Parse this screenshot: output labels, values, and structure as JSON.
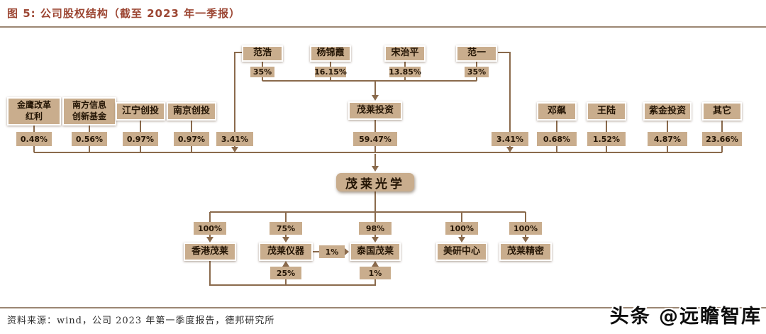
{
  "title": "图 5: 公司股权结构（截至 2023 年一季报）",
  "source": "资料来源：wind，公司 2023 年第一季度报告，德邦研究所",
  "watermark": "头条 @远瞻智库",
  "colors": {
    "title_accent": "#9c4633",
    "box_fill": "#c9ad8d",
    "line": "#8a6a4c"
  },
  "top_row": [
    {
      "name": "范浩",
      "pct": "35%"
    },
    {
      "name": "杨锦霞",
      "pct": "16.15%"
    },
    {
      "name": "宋治平",
      "pct": "13.85%"
    },
    {
      "name": "范一",
      "pct": "35%"
    }
  ],
  "direct_stakes": {
    "fan_hao_pct": "3.41%",
    "fan_yi_pct": "3.41%"
  },
  "holding": {
    "name": "茂莱投资",
    "pct": "59.47%"
  },
  "left_row": [
    {
      "name": "金鹰改革\n红利",
      "pct": "0.48%"
    },
    {
      "name": "南方信息\n创新基金",
      "pct": "0.56%"
    },
    {
      "name": "江宁创投",
      "pct": "0.97%"
    },
    {
      "name": "南京创投",
      "pct": "0.97%"
    }
  ],
  "right_row": [
    {
      "name": "邓飙",
      "pct": "0.68%"
    },
    {
      "name": "王陆",
      "pct": "1.52%"
    },
    {
      "name": "紫金投资",
      "pct": "4.87%"
    },
    {
      "name": "其它",
      "pct": "23.66%"
    }
  ],
  "core": {
    "name": "茂莱光学"
  },
  "subsidiaries": [
    {
      "name": "香港茂莱",
      "pct": "100%"
    },
    {
      "name": "茂莱仪器",
      "pct": "75%"
    },
    {
      "name": "泰国茂莱",
      "pct": "98%"
    },
    {
      "name": "美研中心",
      "pct": "100%"
    },
    {
      "name": "茂莱精密",
      "pct": "100%"
    }
  ],
  "cross_holdings": {
    "yiqi_to_thai_pct": "1%",
    "hk_to_yiqi_pct": "25%",
    "hk_to_thai_pct": "1%"
  }
}
